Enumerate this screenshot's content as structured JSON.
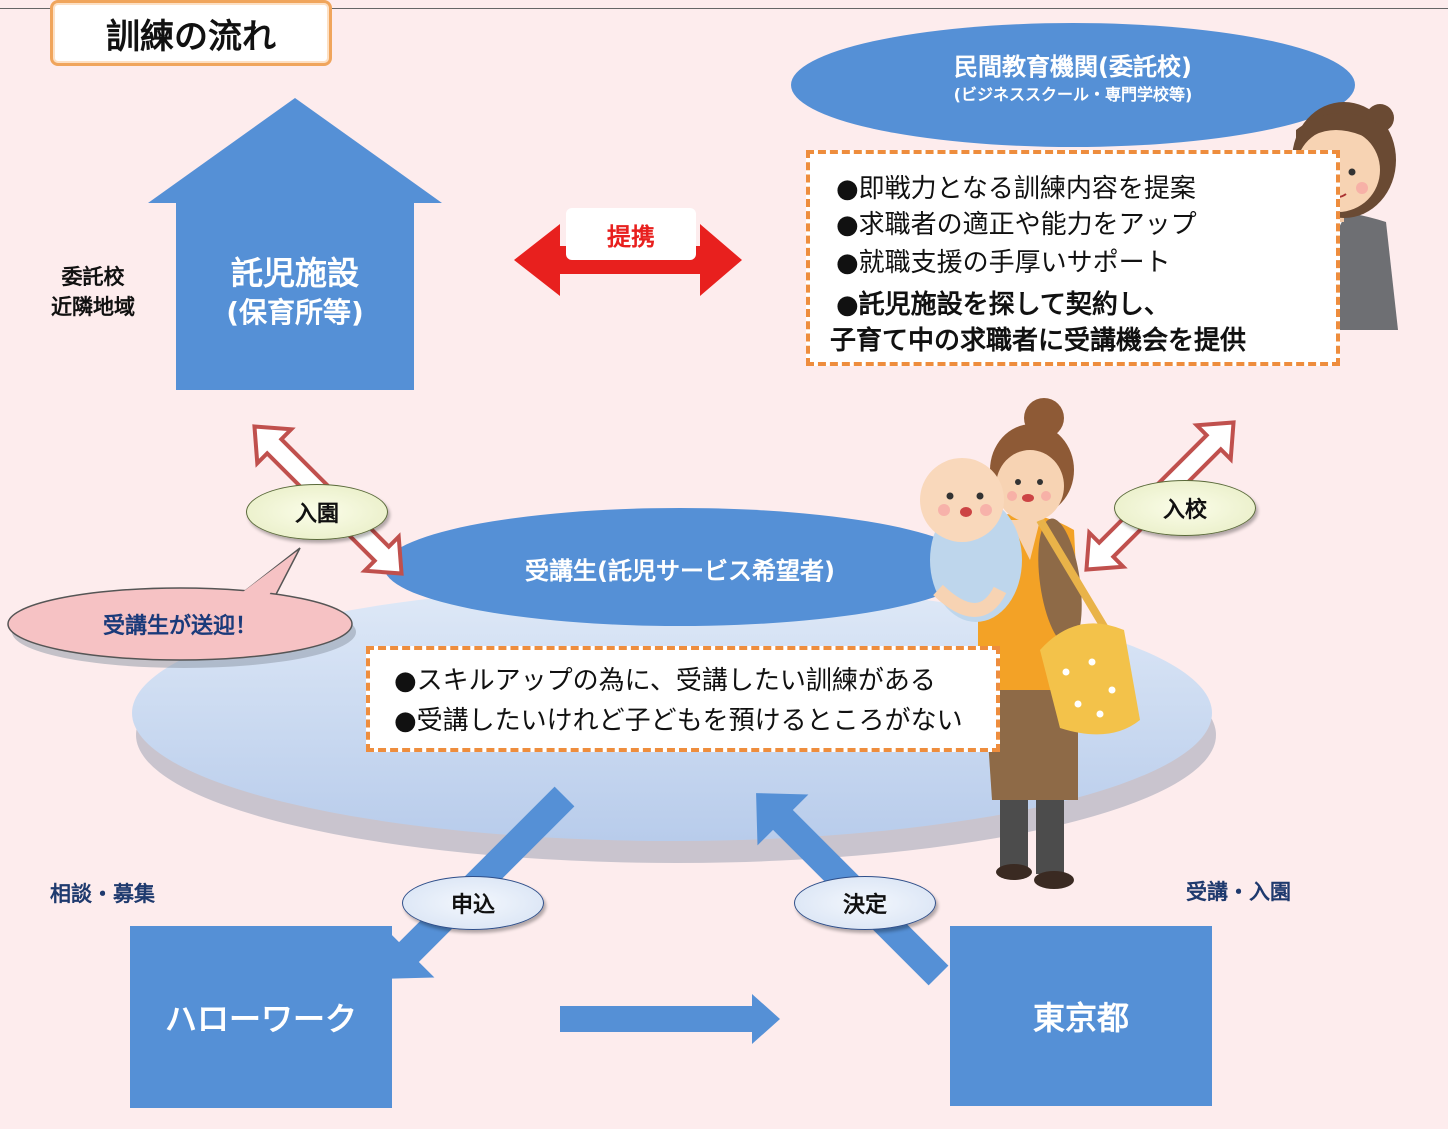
{
  "title": "訓練の流れ",
  "side_label_left": [
    "委託校",
    "近隣地域"
  ],
  "daycare": {
    "line1": "託児施設",
    "line2": "(保育所等)"
  },
  "partnership_label": "提携",
  "school": {
    "title": "民間教育機関(委託校)",
    "subtitle": "(ビジネススクール・専門学校等)",
    "points": [
      "●即戦力となる訓練内容を提案",
      "●求職者の適正や能力をアップ",
      "●就職支援の手厚いサポート",
      "●託児施設を探して契約し、",
      "子育て中の求職者に受講機会を提供"
    ]
  },
  "enroll_daycare": "入園",
  "enroll_school": "入校",
  "pickup_bubble": "受講生が送迎！",
  "student": {
    "title": "受講生(託児サービス希望者)",
    "points": [
      "●スキルアップの為に、受講したい訓練がある",
      "●受講したいけれど子どもを預けるところがない"
    ]
  },
  "consult_label": "相談・募集",
  "attend_label": "受講・入園",
  "apply_label": "申込",
  "decide_label": "決定",
  "hellowork": "ハローワーク",
  "tokyo": "東京都",
  "colors": {
    "background": "#fdeced",
    "blue": "#5590d6",
    "red_arrow": "#e8201e",
    "dash_orange": "#ee8d3d",
    "pale_blue": "#c9daf1"
  }
}
